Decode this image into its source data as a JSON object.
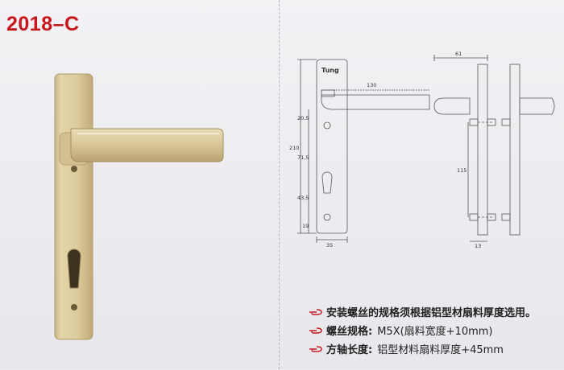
{
  "product": {
    "model": "2018–C",
    "accent_color": "#c8161d",
    "finish_color": "#d9c79a"
  },
  "drawing": {
    "brand": "Tung",
    "dimensions": {
      "handle_length": "130",
      "plate_height": "210",
      "plate_width": "35",
      "top_hole": "20,5",
      "hole_to_cylinder": "71,5",
      "cylinder_to_hole": "43,5",
      "bottom_hole": "19",
      "side_depth": "61",
      "screw_span": "115",
      "plate_thickness": "13"
    }
  },
  "notes": [
    {
      "icon": "pointing-hand-icon",
      "label": "安装螺丝的规格须根据铝型材扇料厚度选用。",
      "value": ""
    },
    {
      "icon": "pointing-hand-icon",
      "label": "螺丝规格:",
      "value": "M5X(扇料宽度+10mm)"
    },
    {
      "icon": "pointing-hand-icon",
      "label": "方轴长度:",
      "value": "铝型材料扇料厚度+45mm"
    }
  ]
}
